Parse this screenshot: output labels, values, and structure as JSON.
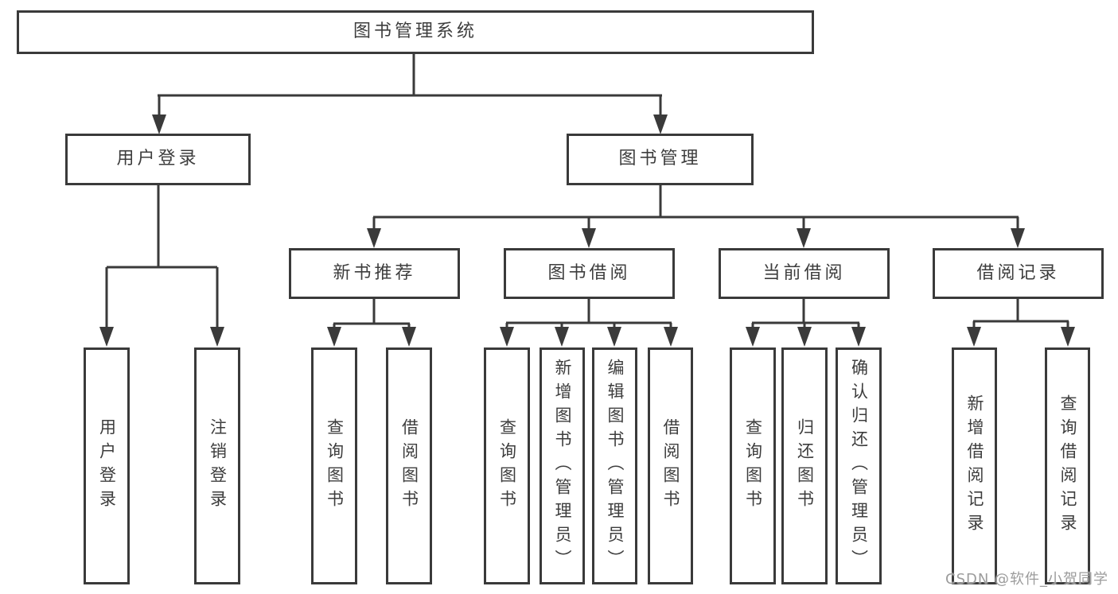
{
  "diagram": {
    "type": "hierarchy-tree",
    "root": {
      "label": "图书管理系统",
      "children": [
        {
          "label": "用户登录",
          "children": [
            {
              "label": "用户登录"
            },
            {
              "label": "注销登录"
            }
          ]
        },
        {
          "label": "图书管理",
          "children": [
            {
              "label": "新书推荐",
              "children": [
                {
                  "label": "查询图书"
                },
                {
                  "label": "借阅图书"
                }
              ]
            },
            {
              "label": "图书借阅",
              "children": [
                {
                  "label": "查询图书"
                },
                {
                  "label": "新增图书（管理员）"
                },
                {
                  "label": "编辑图书（管理员）"
                },
                {
                  "label": "借阅图书"
                }
              ]
            },
            {
              "label": "当前借阅",
              "children": [
                {
                  "label": "查询图书"
                },
                {
                  "label": "归还图书"
                },
                {
                  "label": "确认归还（管理员）"
                }
              ]
            },
            {
              "label": "借阅记录",
              "children": [
                {
                  "label": "新增借阅记录"
                },
                {
                  "label": "查询借阅记录"
                }
              ]
            }
          ]
        }
      ]
    }
  },
  "watermark": "CSDN @软件_小贺同学",
  "colors": {
    "line": "#3a3a3a",
    "text": "#3d3d3d",
    "watermark": "#9c9c9c",
    "background": "#ffffff"
  }
}
